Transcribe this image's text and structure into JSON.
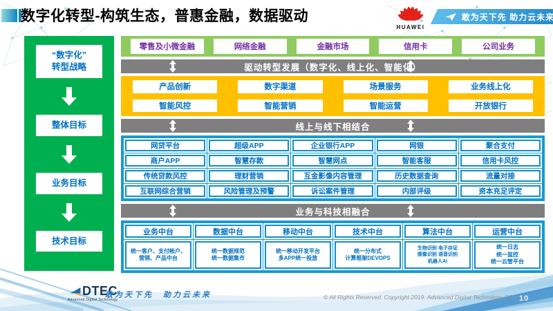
{
  "title": "数字化转型-构筑生态，普惠金融，数据驱动",
  "header": {
    "huawei_label": "HUAWEI",
    "banner_slogan": "敢为天下先 助力云未来"
  },
  "strategy": {
    "items": [
      {
        "lines": [
          "“数字化”",
          "转型战略"
        ]
      },
      {
        "lines": [
          "整体目标"
        ]
      },
      {
        "lines": [
          "业务目标"
        ]
      },
      {
        "lines": [
          "技术目标"
        ]
      }
    ]
  },
  "business_lines": [
    "零售及小微金融",
    "网络金融",
    "金融市场",
    "信用卡",
    "公司业务"
  ],
  "banners": {
    "drive": "驱动转型发展（数字化、线上化、智能化）",
    "online_offline": "线上与线下相结合",
    "biz_tech": "业务与科技相融合"
  },
  "capabilities": {
    "row1": [
      "产品创新",
      "数字渠道",
      "场景服务",
      "业务线上化"
    ],
    "row2": [
      "智能风控",
      "智能营销",
      "智能运营",
      "开放银行"
    ]
  },
  "channels": {
    "rows": [
      [
        "网贷平台",
        "超级APP",
        "企业银行APP",
        "网银",
        "聚合支付"
      ],
      [
        "商户APP",
        "智慧存款",
        "智慧网点",
        "智能客服",
        "信用卡风控"
      ],
      [
        "传统贷款风控",
        "理财营销",
        "互金影像内容管理",
        "历史数据查询",
        "流量对接"
      ],
      [
        "互联网综合营销",
        "风险管理及预警",
        "诉讼案件管理",
        "内部评级",
        "资本充足评定"
      ]
    ]
  },
  "platforms": {
    "columns": [
      {
        "header": "业务中台",
        "lines": [
          "统一客户、支付帐户、营销、产品中台"
        ]
      },
      {
        "header": "数据中台",
        "lines": [
          "统一数据规范",
          "统一数据集市"
        ]
      },
      {
        "header": "移动中台",
        "lines": [
          "统一移动开发平台",
          "多APP统一投放"
        ]
      },
      {
        "header": "技术中台",
        "lines": [
          "统一分布式",
          "计算框架DEVOPS"
        ]
      },
      {
        "header": "算法中台",
        "lines": [
          "生物识别 电子存证",
          "图像识别 语音识别",
          "机器人AI"
        ]
      },
      {
        "header": "运营中台",
        "lines": [
          "统一日志",
          "统一监控",
          "统一云管平台"
        ]
      }
    ]
  },
  "footer": {
    "logo_text": "DTEC",
    "logo_subtext": "Advanced Digital Technology",
    "slogan": "敢为天下先　助力云未来",
    "copyright": "© All Rights Reserved. Copyright 2019. Advanced Digital Technology CO.,Ltd",
    "page_number": "10"
  },
  "colors": {
    "panel_green": "#00B050",
    "band_green": "#8FCB5F",
    "band_yellow": "#FFC000",
    "band_blue": "#1899D6",
    "banner_gray": "#7F7F7F",
    "box_text_blue": "#0070C0",
    "box_text_purple": "#7030A0",
    "huawei_red": "#E2231A"
  }
}
